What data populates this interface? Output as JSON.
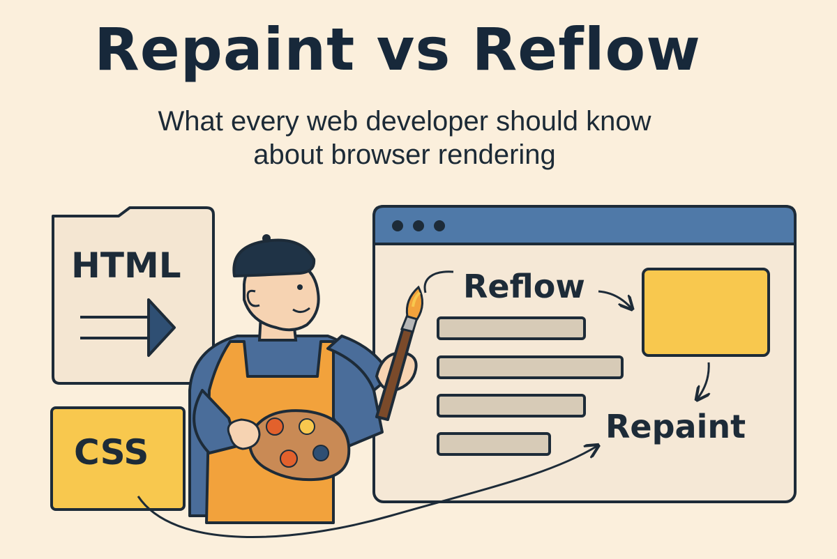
{
  "title": "Repaint vs Reflow",
  "subtitle": {
    "line1": "What every web developer should know",
    "line2": "about browser rendering"
  },
  "html_card": {
    "label": "HTML",
    "icon": "arrow-right-icon"
  },
  "css_card": {
    "label": "CSS"
  },
  "browser": {
    "reflow_label": "Reflow",
    "repaint_label": "Repaint",
    "titlebar_dots": 3,
    "content_bars": 4
  },
  "colors": {
    "background": "#fbefdc",
    "titlebar": "#4f79a8",
    "accent_yellow": "#f8c84e",
    "apron": "#f2a23c",
    "shirt": "#4a6d9a",
    "dark": "#1d2b38"
  }
}
